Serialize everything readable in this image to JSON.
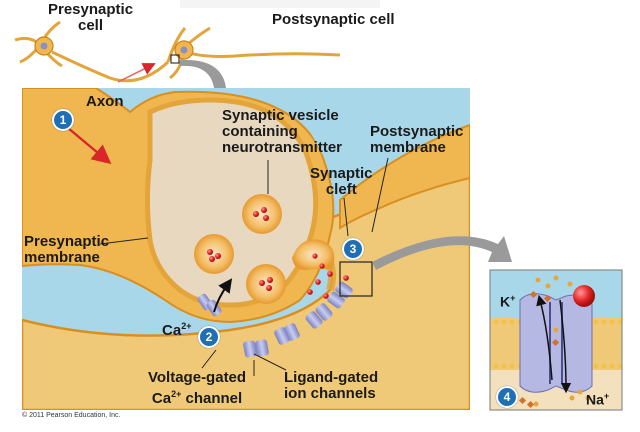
{
  "labels": {
    "presynaptic_cell": "Presynaptic\ncell",
    "postsynaptic_cell": "Postsynaptic cell",
    "axon": "Axon",
    "synaptic_vesicle": "Synaptic vesicle\ncontaining\nneurotransmitter",
    "postsynaptic_membrane": "Postsynaptic\nmembrane",
    "synaptic_cleft": "Synaptic\ncleft",
    "presynaptic_membrane": "Presynaptic\nmembrane",
    "calcium_ion": "Ca",
    "calcium_ion_charge": "2+",
    "voltage_gated_line1": "Voltage-gated",
    "voltage_gated_line2_a": "Ca",
    "voltage_gated_line2_sup": "2+",
    "voltage_gated_line2_b": " channel",
    "ligand_gated": "Ligand-gated\nion channels",
    "potassium_ion": "K",
    "potassium_charge": "+",
    "sodium_ion": "Na",
    "sodium_charge": "+"
  },
  "steps": [
    "1",
    "2",
    "3",
    "4"
  ],
  "copyright": "© 2011 Pearson Education, Inc.",
  "colors": {
    "neuron_fill": "#f0b650",
    "neuron_outline": "#d98f20",
    "extracellular": "#a9d7ea",
    "cytoplasm": "#e8d8c0",
    "vesicle": "#f2a93b",
    "neurotransmitter": "#e02d2d",
    "channel": "#9aa0d2",
    "step_badge": "#1f6fb5",
    "arrow_red": "#d8262a",
    "callout_arrow": "#9a9a9a"
  }
}
